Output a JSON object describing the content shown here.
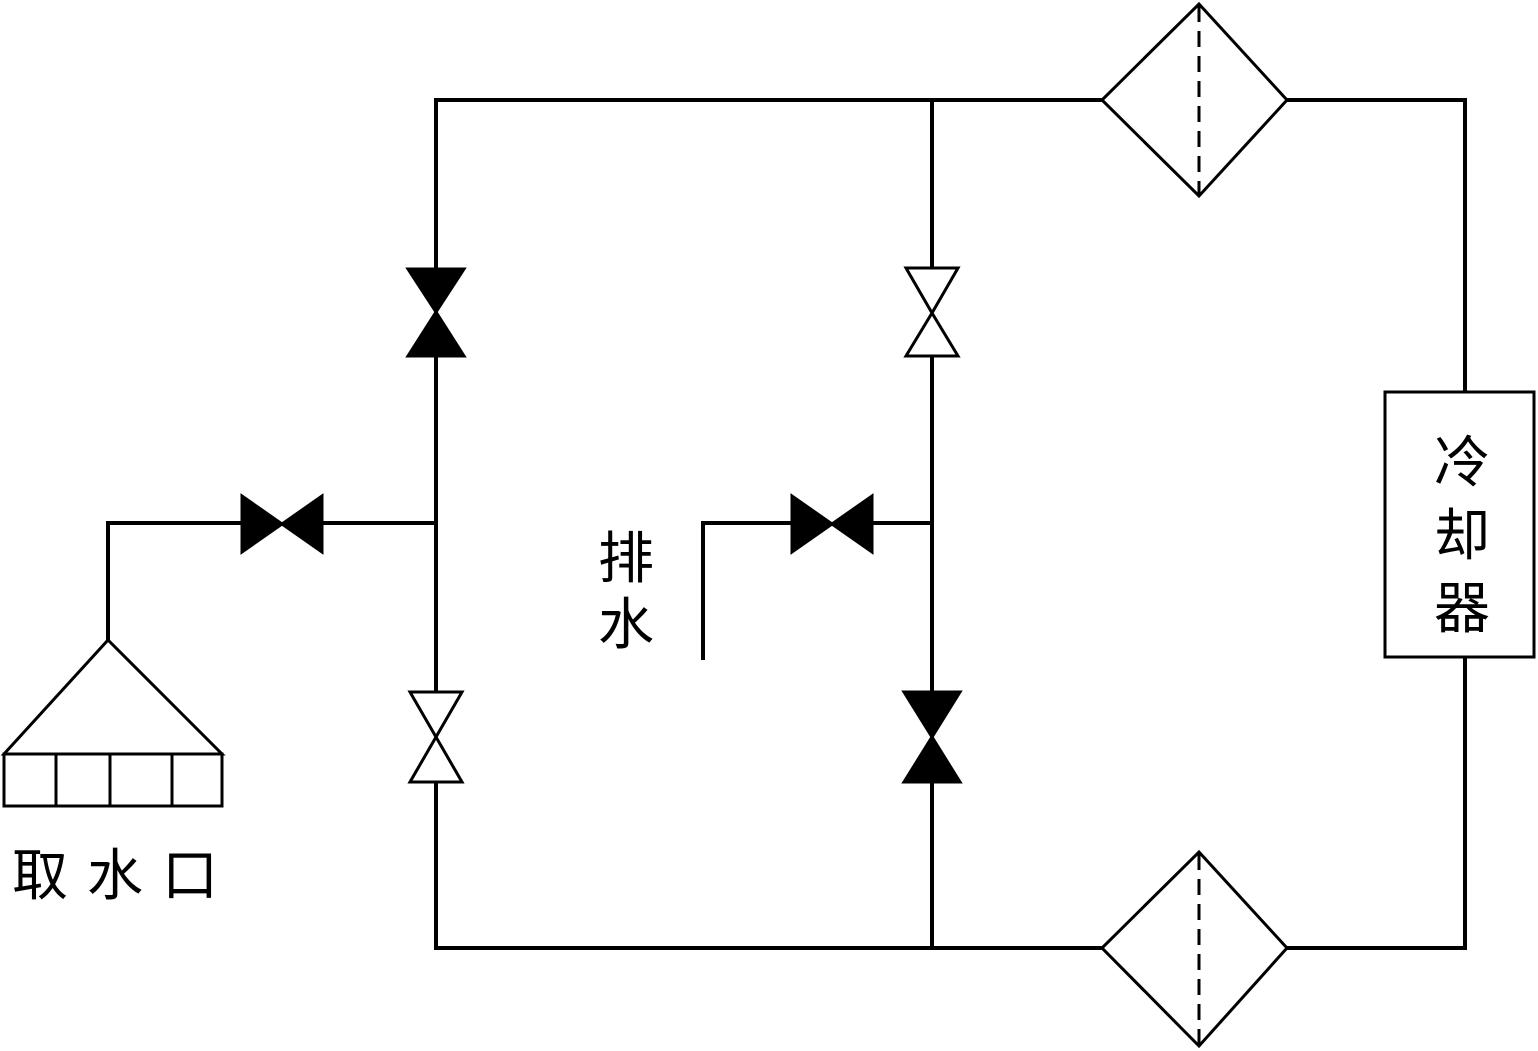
{
  "labels": {
    "intake": "取水口",
    "drain_line1": "排",
    "drain_line2": "水",
    "cooler_line1": "冷",
    "cooler_line2": "却",
    "cooler_line3": "器"
  },
  "valves": {
    "intake_valve": "closed",
    "left_upper_valve": "closed",
    "left_lower_valve": "open",
    "right_upper_valve": "open",
    "right_lower_valve": "closed",
    "drain_valve": "closed"
  },
  "colors": {
    "line": "#000000",
    "background": "#ffffff"
  }
}
